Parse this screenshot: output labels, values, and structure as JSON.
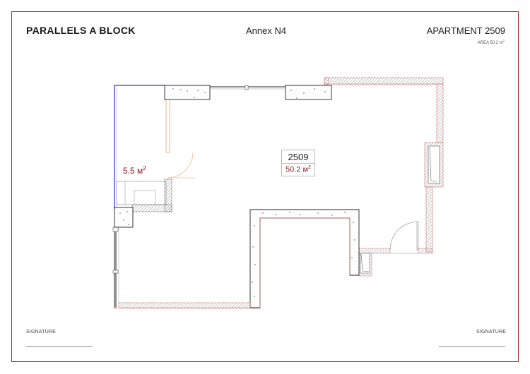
{
  "header": {
    "brand": "PARALLELS A BLOCK",
    "annex": "Annex N4",
    "apartment": "APARTMENT 2509",
    "area_label": "AREA 50.2 m",
    "area_sup": "2"
  },
  "plan": {
    "apartment_number": "2509",
    "apartment_area": "50.2 м",
    "apartment_area_sup": "2",
    "bathroom_area": "5.5 м",
    "bathroom_area_sup": "2"
  },
  "footer": {
    "left_signature": "SIGNATURE",
    "right_signature": "SIGNATURE"
  },
  "colors": {
    "frame": "#a8262a",
    "area_text": "#8b1a22",
    "bath_wall": "#8080e0",
    "bath_partition": "#f0a060"
  }
}
